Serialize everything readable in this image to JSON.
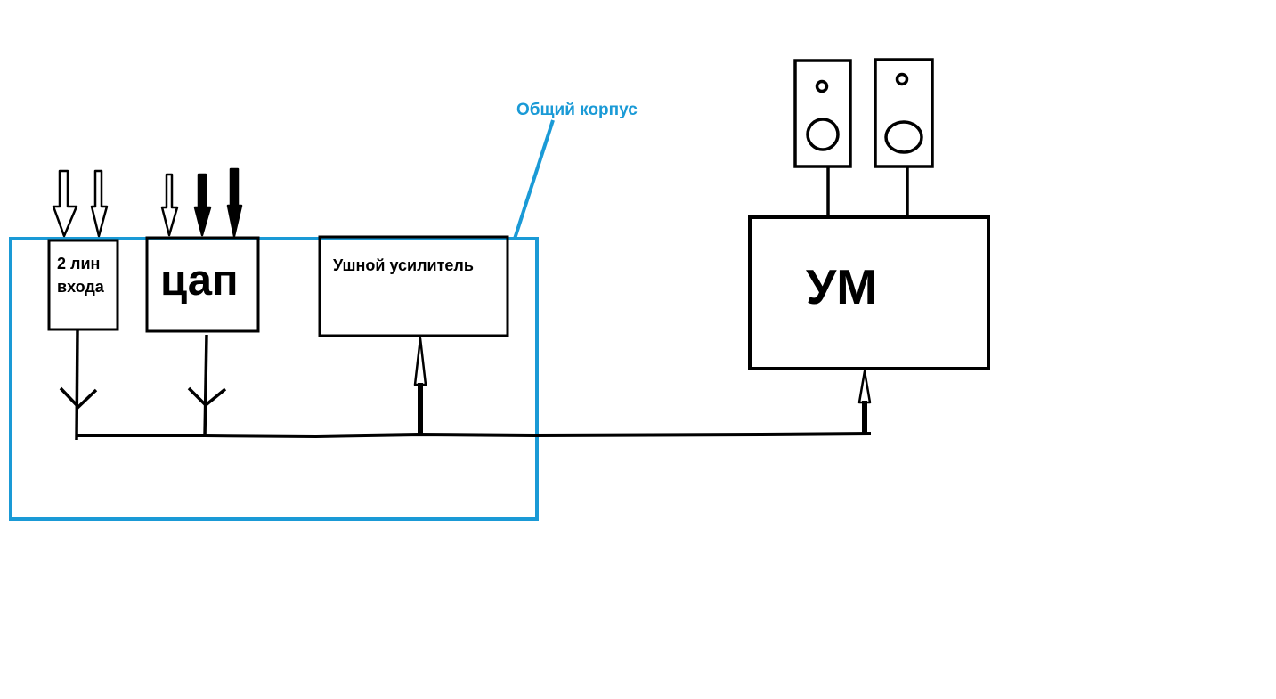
{
  "diagram": {
    "enclosure": {
      "label": "Общий корпус",
      "color": "#1a9ad6"
    },
    "blocks": {
      "line_inputs": {
        "label": "2 лин входа"
      },
      "dac": {
        "label": "цап"
      },
      "headphone_amp": {
        "label": "Ушной усилитель"
      },
      "power_amp": {
        "label": "УМ"
      }
    },
    "speakers": [
      {
        "icon": "speaker-icon"
      },
      {
        "icon": "speaker-icon"
      }
    ],
    "line_color": "#000000"
  }
}
